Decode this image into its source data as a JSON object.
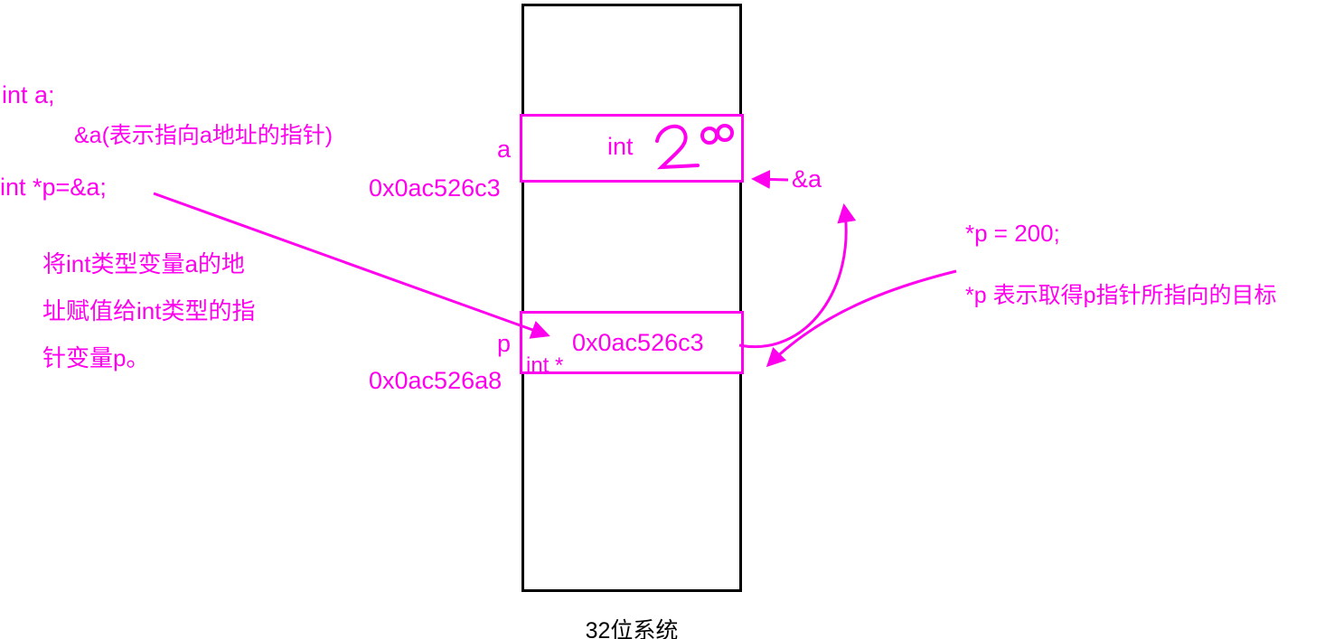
{
  "colors": {
    "accent": "#ff00ef",
    "ink": "#000000"
  },
  "left_panel": {
    "code1": "int a;",
    "note1": "&a(表示指向a地址的指针)",
    "code2": "int *p=&a;",
    "para_line1": "将int类型变量a的地",
    "para_line2": "址赋值给int类型的指",
    "para_line3": "针变量p。"
  },
  "memory": {
    "caption": "32位系统",
    "cell_a": {
      "label": "a",
      "address": "0x0ac526c3",
      "type": "int",
      "value": "200"
    },
    "cell_p": {
      "label": "p",
      "address": "0x0ac526a8",
      "type": "int *",
      "value": "0x0ac526c3"
    }
  },
  "right_panel": {
    "amp_a": "&a",
    "code": "*p = 200;",
    "note": "*p 表示取得p指针所指向的目标"
  }
}
